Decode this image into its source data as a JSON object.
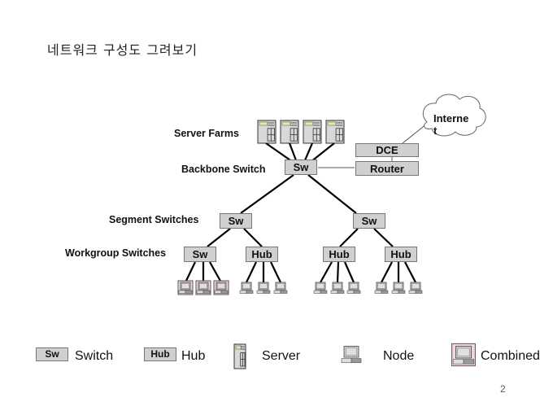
{
  "slide": {
    "title": "네트워크 구성도 그려보기",
    "page_number": "2"
  },
  "levels": {
    "server_farms": "Server Farms",
    "backbone_switch": "Backbone Switch",
    "segment_switches": "Segment Switches",
    "workgroup_switches": "Workgroup Switches"
  },
  "devices": {
    "backbone": "Sw",
    "segment_left": "Sw",
    "segment_right": "Sw",
    "wg1": "Sw",
    "wg2": "Hub",
    "wg3": "Hub",
    "wg4": "Hub",
    "dce": "DCE",
    "router": "Router",
    "internet_line1": "Interne",
    "internet_line2": "t"
  },
  "legend": {
    "switch_box": "Sw",
    "switch_label": "Switch",
    "hub_box": "Hub",
    "hub_label": "Hub",
    "server_label": "Server",
    "node_label": "Node",
    "combined_label": "Combined"
  },
  "colors": {
    "device_fill": "#d0d0d0",
    "combined_fill": "#f3d6da",
    "line": "#000000"
  }
}
